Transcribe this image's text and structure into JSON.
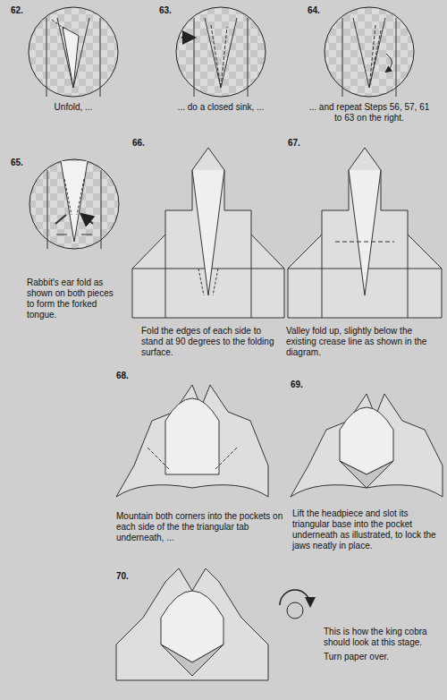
{
  "diagram": {
    "labels": [
      "62.",
      "Unfold, ...",
      "63.",
      "... do a closed sink, ...",
      "64.",
      "... and repeat Steps 56, 57, 61 to 63 on the right.",
      "65.",
      "Rabbit's ear fold as shown on both pieces to form the forked tongue.",
      "66.",
      "Fold the edges of each side to stand at 90 degrees to the folding surface.",
      "67.",
      "Valley fold up, slightly below the existing crease line as shown in the diagram.",
      "68.",
      "Mountain both corners into the pockets on each side of the the triangular tab underneath, ...",
      "69.",
      "Lift the headpiece and slot its triangular base into the pocket underneath as illustrated, to lock the jaws neatly in place.",
      "70.",
      "This is how the king cobra should look at this stage.",
      "Turn paper over."
    ]
  }
}
